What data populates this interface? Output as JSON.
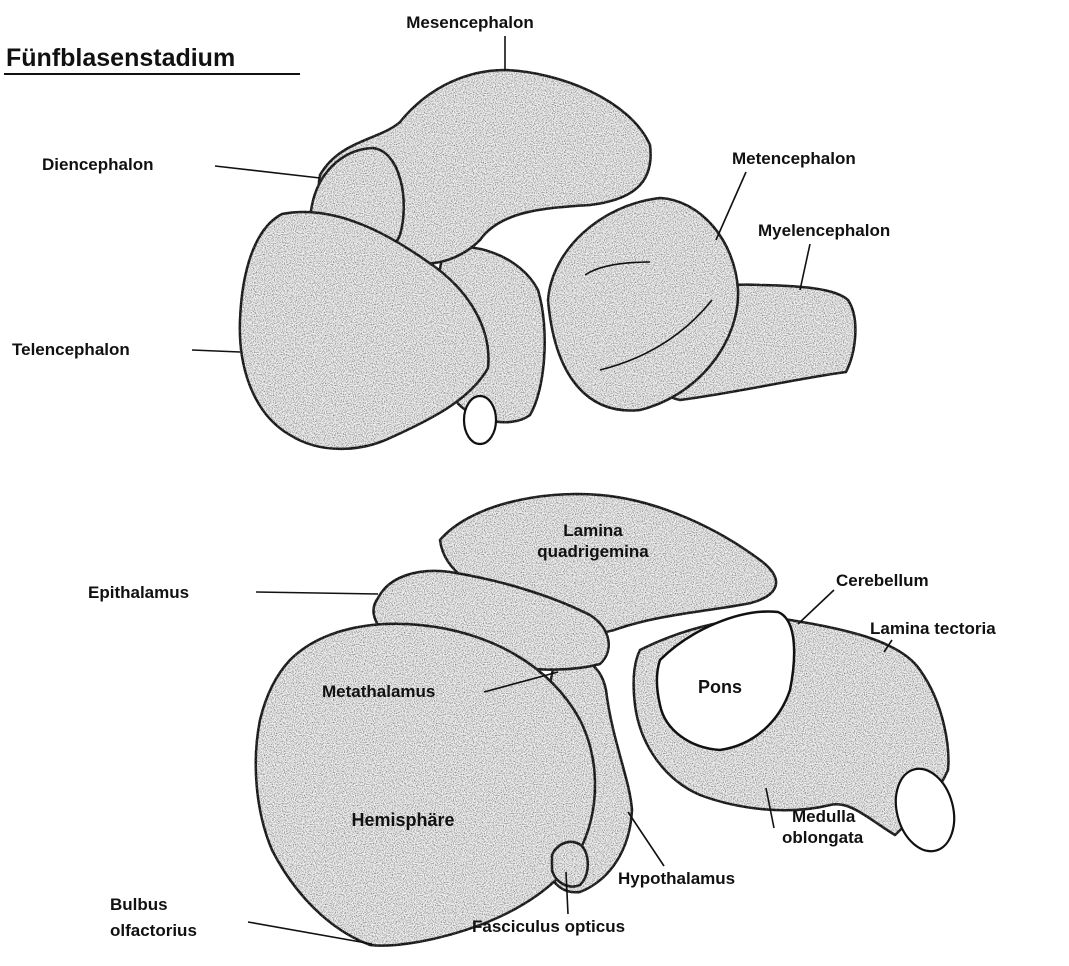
{
  "title": "Fünfblasenstadium",
  "figure_top": {
    "labels": {
      "mesencephalon": "Mesencephalon",
      "diencephalon": "Diencephalon",
      "metencephalon": "Metencephalon",
      "myelencephalon": "Myelencephalon",
      "telencephalon": "Telencephalon"
    }
  },
  "figure_bottom": {
    "labels": {
      "lamina_quadrigemina_1": "Lamina",
      "lamina_quadrigemina_2": "quadrigemina",
      "epithalamus": "Epithalamus",
      "cerebellum": "Cerebellum",
      "lamina_tectoria": "Lamina tectoria",
      "pons": "Pons",
      "metathalamus": "Metathalamus",
      "hemisphaere": "Hemisphäre",
      "medulla_oblongata_1": "Medulla",
      "medulla_oblongata_2": "oblongata",
      "hypothalamus": "Hypothalamus",
      "bulbus_olfactorius_1": "Bulbus",
      "bulbus_olfactorius_2": "olfactorius",
      "fasciculus_opticus": "Fasciculus opticus"
    }
  },
  "colors": {
    "ink": "#111111",
    "fill": "#f2f2f2",
    "paper": "#ffffff"
  }
}
